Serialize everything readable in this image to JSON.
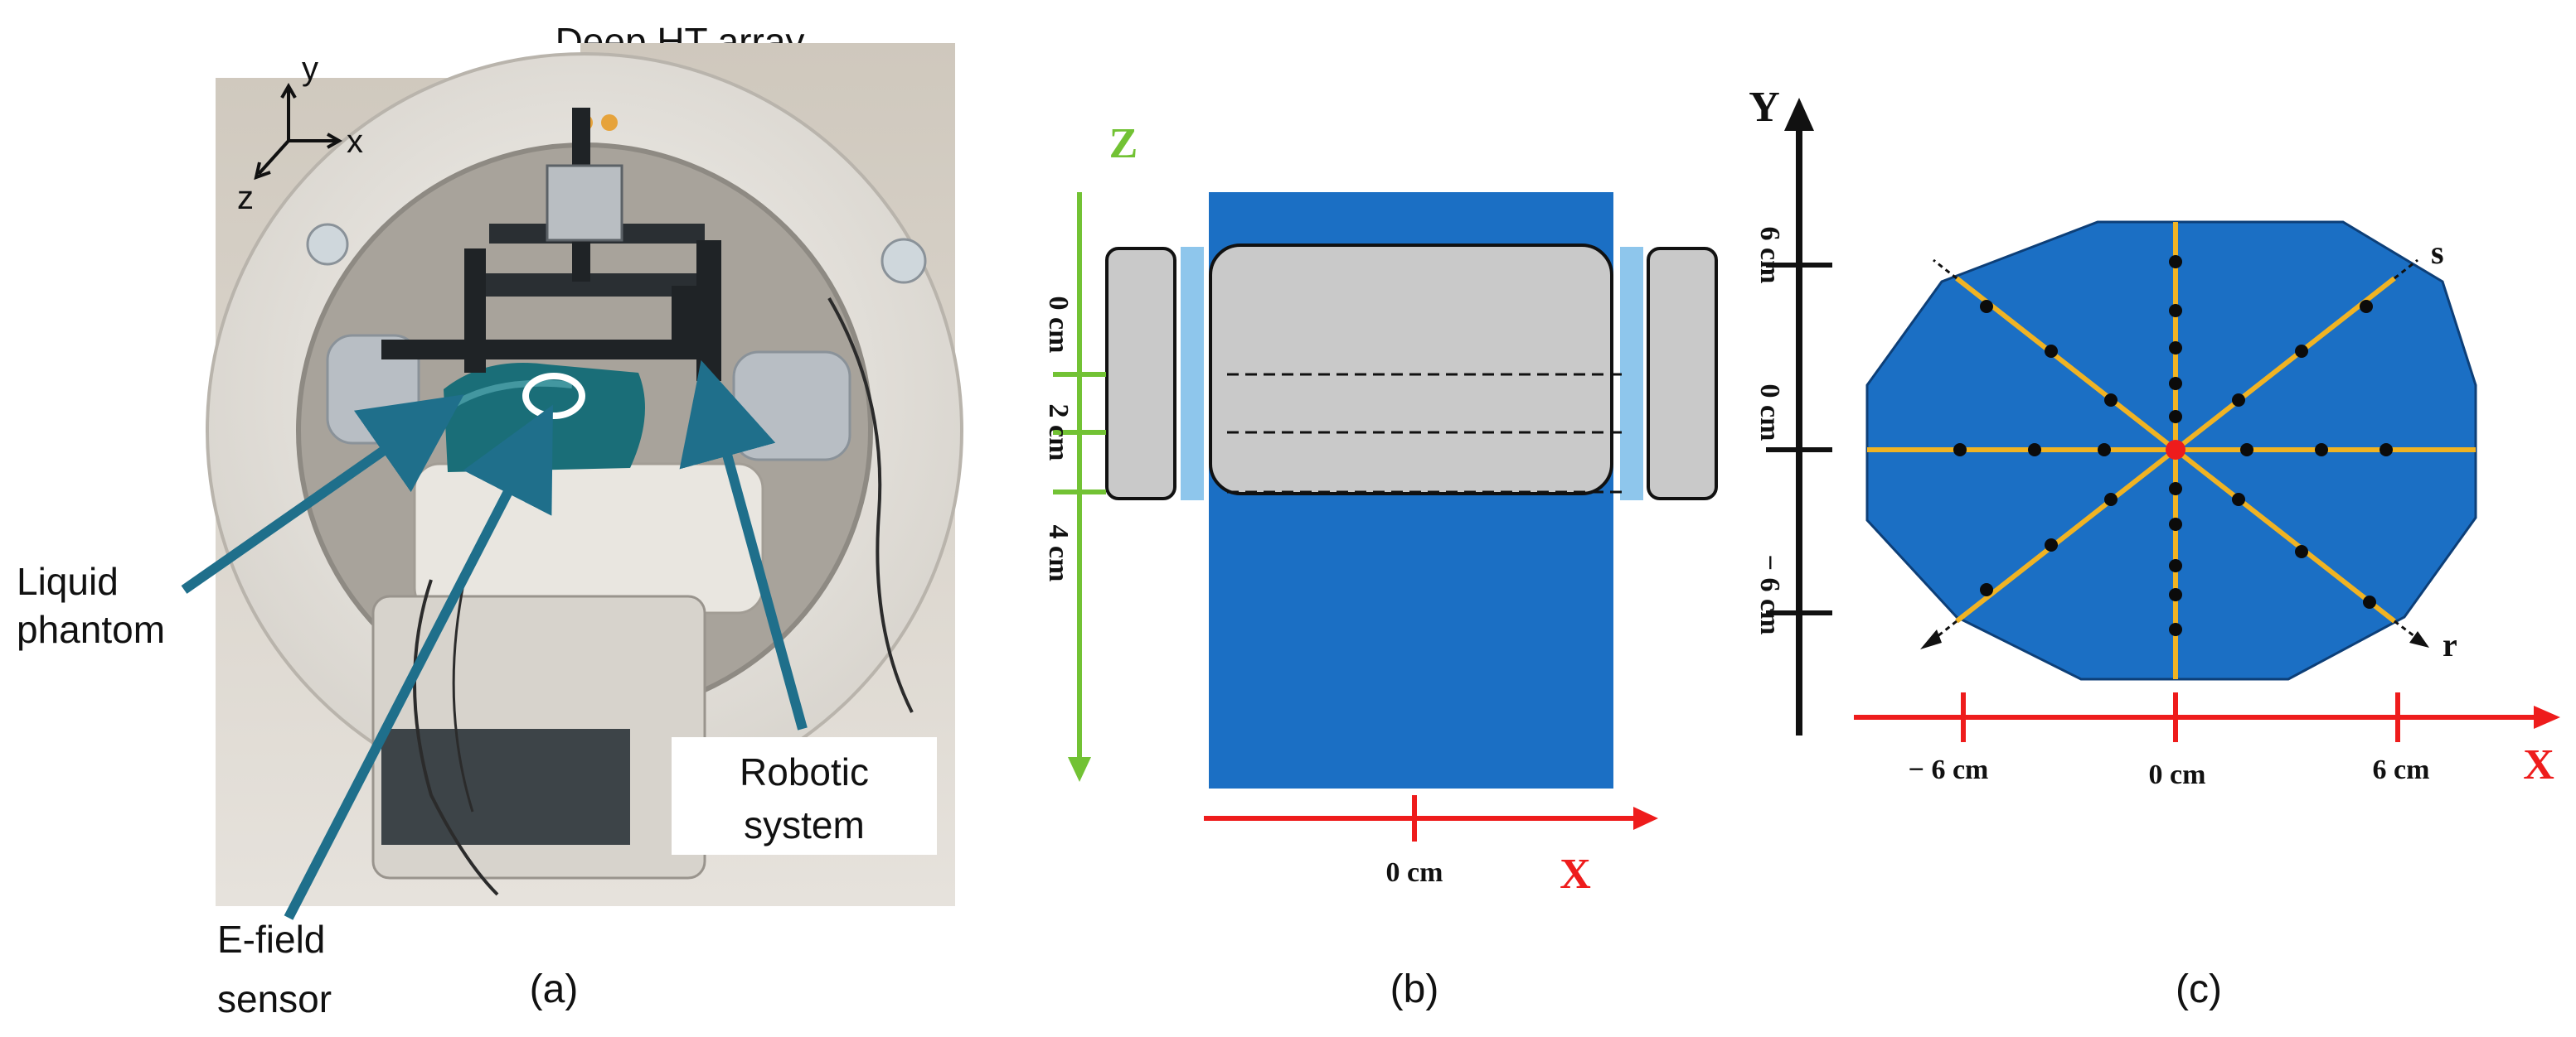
{
  "figure": {
    "panel_a": {
      "caption": "(a)",
      "title": "Deep HT array",
      "axes": {
        "x": "x",
        "y": "y",
        "z": "z"
      },
      "labels": {
        "liquid_phantom_1": "Liquid",
        "liquid_phantom_2": "phantom",
        "efield_1": "E-field",
        "efield_2": "sensor",
        "robotic_1": "Robotic",
        "robotic_2": "system"
      },
      "photo_description_icon": "photo-icon"
    },
    "panel_b": {
      "caption": "(b)",
      "z_axis_label": "Z",
      "x_axis_label": "X",
      "x_tick_label": "0 cm",
      "z_tick_labels": [
        "0 cm",
        "2 cm",
        "4 cm"
      ]
    },
    "panel_c": {
      "caption": "(c)",
      "y_axis_label": "Y",
      "x_axis_label": "X",
      "s_label": "s",
      "r_label": "r",
      "x_tick_labels": [
        "− 6 cm",
        "0 cm",
        "6 cm"
      ],
      "y_tick_labels": [
        "6 cm",
        "0 cm",
        "− 6 cm"
      ]
    },
    "colors": {
      "phantom_blue": "#1b6fc4",
      "light_blue": "#8ec6ec",
      "grey": "#c9c9c9",
      "green_axis": "#72c234",
      "red_axis": "#ee1c1c",
      "line_yellow": "#f0b323",
      "arrow_teal": "#1f6f8b"
    }
  }
}
